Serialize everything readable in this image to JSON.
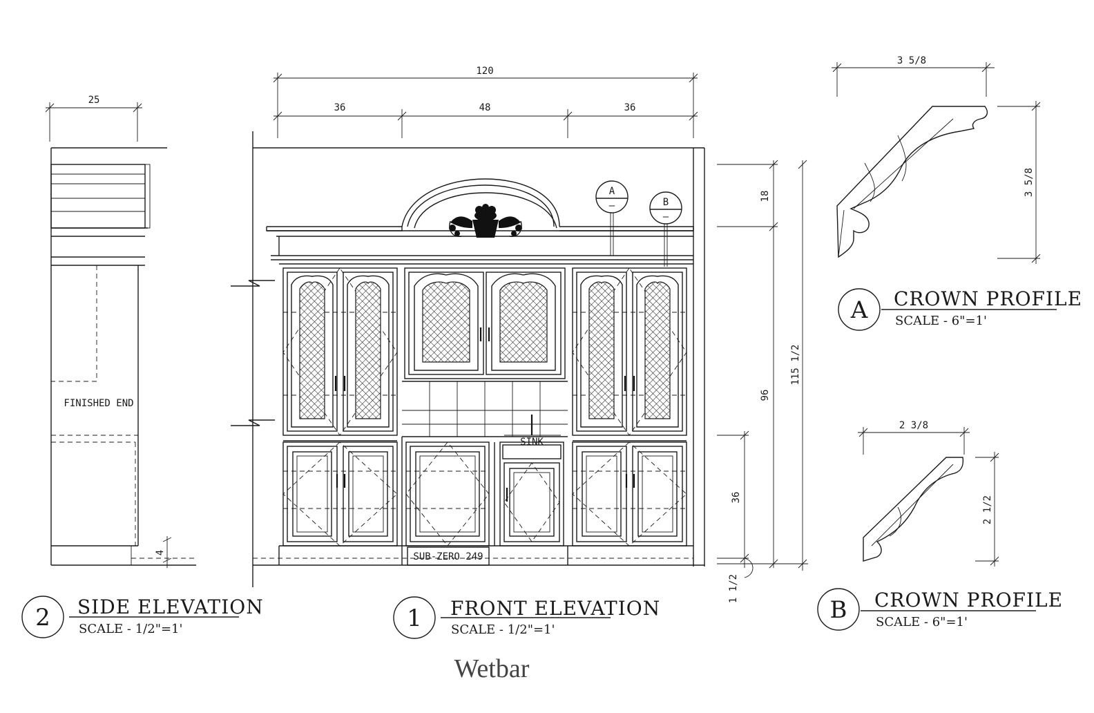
{
  "caption": "Wetbar",
  "front_elevation": {
    "number": "1",
    "title": "FRONT ELEVATION",
    "scale": "SCALE - 1/2\"=1'",
    "dims": {
      "overall_width": "120",
      "left_width": "36",
      "center_width": "48",
      "right_width": "36",
      "arch_height": "18",
      "cabinet_height": "96",
      "total_height": "115 1/2",
      "base_height": "36",
      "toe": "1 1/2"
    },
    "labels": {
      "sink": "SINK",
      "appliance": "SUB-ZERO 249",
      "callout_a": "A",
      "callout_b": "B",
      "callout_sub": "—"
    }
  },
  "side_elevation": {
    "number": "2",
    "title": "SIDE ELEVATION",
    "scale": "SCALE - 1/2\"=1'",
    "dims": {
      "depth": "25",
      "toe": "4"
    },
    "labels": {
      "finished_end": "FINISHED END"
    }
  },
  "crown_a": {
    "letter": "A",
    "title": "CROWN PROFILE",
    "scale": "SCALE - 6\"=1'",
    "dims": {
      "width": "3 5/8",
      "height": "3 5/8"
    }
  },
  "crown_b": {
    "letter": "B",
    "title": "CROWN PROFILE",
    "scale": "SCALE - 6\"=1'",
    "dims": {
      "width": "2 3/8",
      "height": "2 1/2"
    }
  }
}
